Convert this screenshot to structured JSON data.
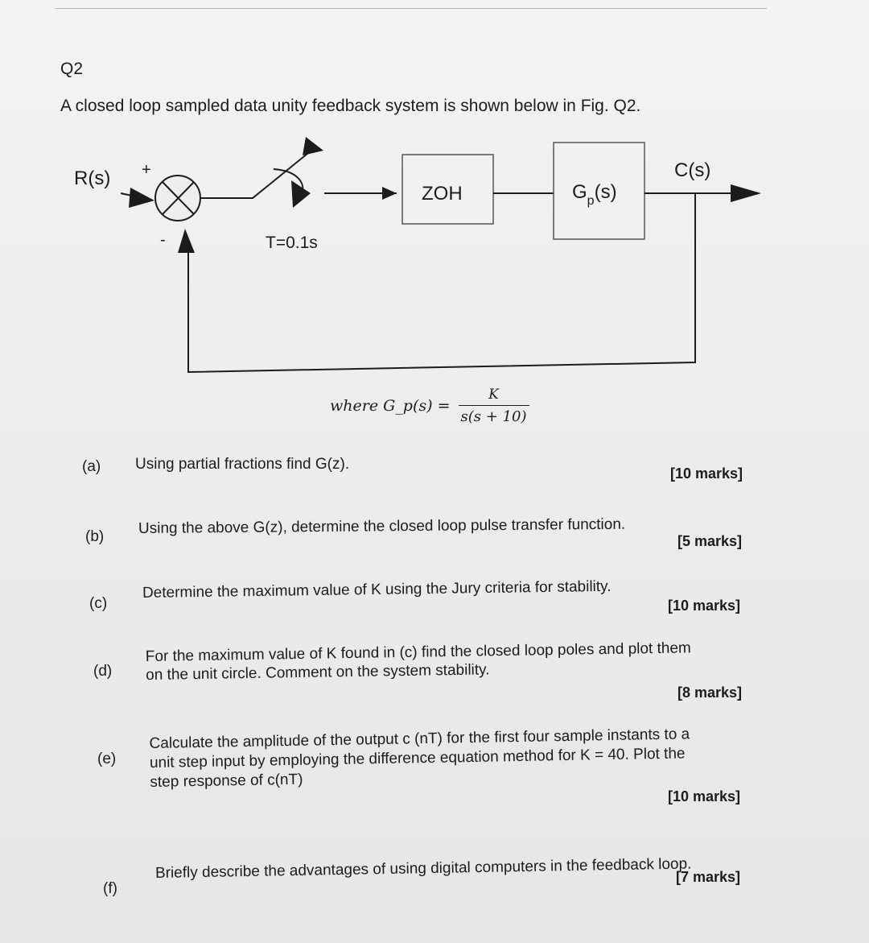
{
  "question": {
    "number": "Q2",
    "intro": "A closed loop sampled data unity feedback system is shown below in Fig. Q2."
  },
  "diagram": {
    "input_label": "R(s)",
    "plus_sign": "+",
    "minus_sign": "-",
    "sampler_period": "T=0.1s",
    "zoh_label": "ZOH",
    "plant_label": "G",
    "plant_subscript": "p",
    "plant_arg": "(s)",
    "output_label": "C(s)"
  },
  "formula": {
    "lhs": "where G_p(s) =",
    "numerator": "K",
    "denominator": "s(s + 10)"
  },
  "parts": [
    {
      "letter": "(a)",
      "text": "Using partial fractions find G(z).",
      "marks": "[10 marks]"
    },
    {
      "letter": "(b)",
      "text": "Using the above G(z), determine the closed loop pulse transfer function.",
      "marks": "[5 marks]"
    },
    {
      "letter": "(c)",
      "text": "Determine the maximum value of K using the Jury criteria for stability.",
      "marks": "[10 marks]"
    },
    {
      "letter": "(d)",
      "text_line1": "For the maximum value of K found in (c) find the closed loop poles and plot them",
      "text_line2": "on the unit circle. Comment on the system stability.",
      "marks": "[8 marks]"
    },
    {
      "letter": "(e)",
      "text_line1": "Calculate the amplitude of the output c (nT) for the first four sample instants to a",
      "text_line2": "unit step input by employing the difference equation method for K = 40. Plot the",
      "text_line3": "step response of c(nT)",
      "marks": "[10 marks]"
    },
    {
      "letter": "(f)",
      "text": "Briefly describe the advantages of using digital computers in the feedback loop.",
      "marks": "[7 marks]"
    }
  ]
}
